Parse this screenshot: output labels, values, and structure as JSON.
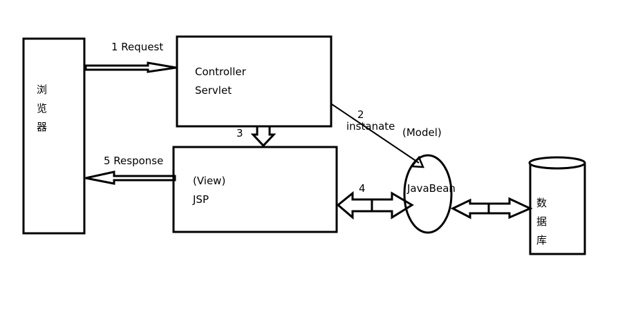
{
  "browser": {
    "chars": [
      "浏",
      "览",
      "器"
    ]
  },
  "controller": {
    "line1": "Controller",
    "line2": "Servlet"
  },
  "view": {
    "line1": "(View)",
    "line2": "JSP"
  },
  "model": {
    "label": "(Model)",
    "name": "JavaBean"
  },
  "database": {
    "chars": [
      "数",
      "据",
      "库"
    ]
  },
  "steps": {
    "request": "1  Request",
    "instanate_num": "2",
    "instanate": "instanate",
    "forward": "3",
    "exchange": "4",
    "response": "5 Response"
  }
}
